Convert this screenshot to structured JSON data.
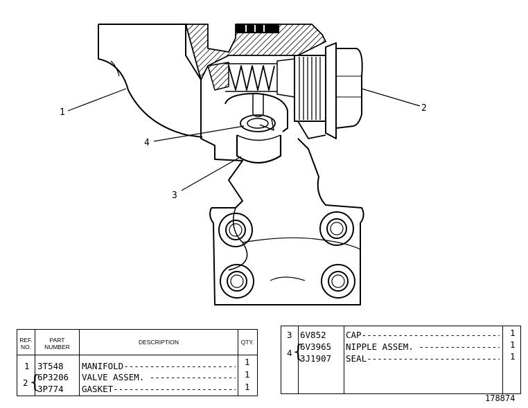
{
  "callouts": [
    "1",
    "2",
    "3",
    "4"
  ],
  "left_table": {
    "headers": {
      "ref_line1": "REF.",
      "ref_line2": "NO.",
      "part_line1": "PART",
      "part_line2": "NUMBER",
      "description": "DESCRIPTION",
      "qty": "QTY."
    },
    "rows": [
      {
        "ref": "1",
        "part": "3T548",
        "desc": "MANIFOLD------------------------------",
        "qty": "1"
      },
      {
        "ref": "2",
        "part": "6P3206",
        "desc": "VALVE ASSEM. ---------------------------",
        "qty": "1"
      },
      {
        "ref": "",
        "part": "3P774",
        "desc": "GASKET-------------------------------",
        "qty": "1"
      }
    ]
  },
  "right_table": {
    "rows": [
      {
        "ref": "3",
        "part": "6V852",
        "desc": "CAP--------------------------------------",
        "qty": "1"
      },
      {
        "ref": "4",
        "part": "6V3965",
        "desc": "NIPPLE ASSEM. ---------------------------",
        "qty": "1"
      },
      {
        "ref": "",
        "part": "3J1907",
        "desc": "SEAL-------------------------------------",
        "qty": "1"
      }
    ]
  },
  "figure_number": "178874"
}
